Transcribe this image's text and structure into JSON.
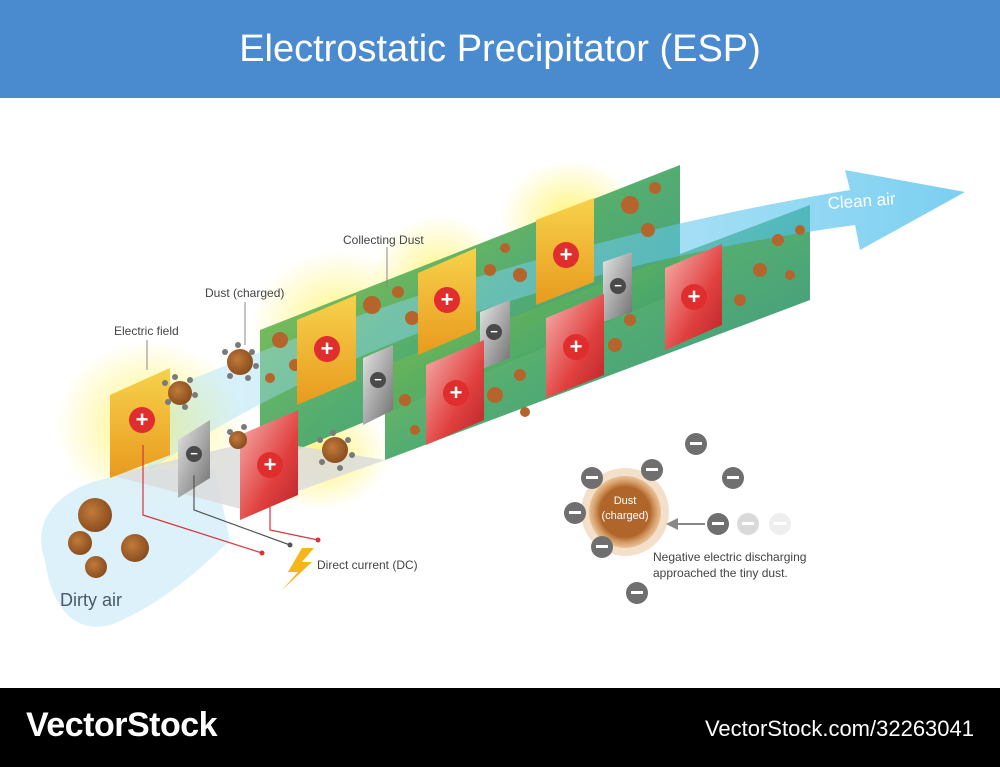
{
  "header": {
    "title": "Electrostatic Precipitator (ESP)"
  },
  "labels": {
    "clean_air": "Clean air",
    "dirty_air": "Dirty air",
    "electric_field": "Electric field",
    "dust_charged": "Dust (charged)",
    "collecting_dust": "Collecting Dust",
    "direct_current": "Direct current (DC)",
    "dust_word": "Dust",
    "charged_word": "(charged)",
    "negative_line1": "Negative electric discharging",
    "negative_line2": "approached the tiny dust."
  },
  "symbols": {
    "plus": "+",
    "minus": "−"
  },
  "colors": {
    "header_bg": "#4a8bd0",
    "footer_bg": "#000000",
    "positive_plate": "#d9343a",
    "field_plate": "#f2b736",
    "collector_panel": "#3a9e7a",
    "dust": "#a8652c",
    "air_stream": "#3bb8ea"
  },
  "footer": {
    "brand": "VectorStock",
    "url": "VectorStock.com/32263041"
  }
}
